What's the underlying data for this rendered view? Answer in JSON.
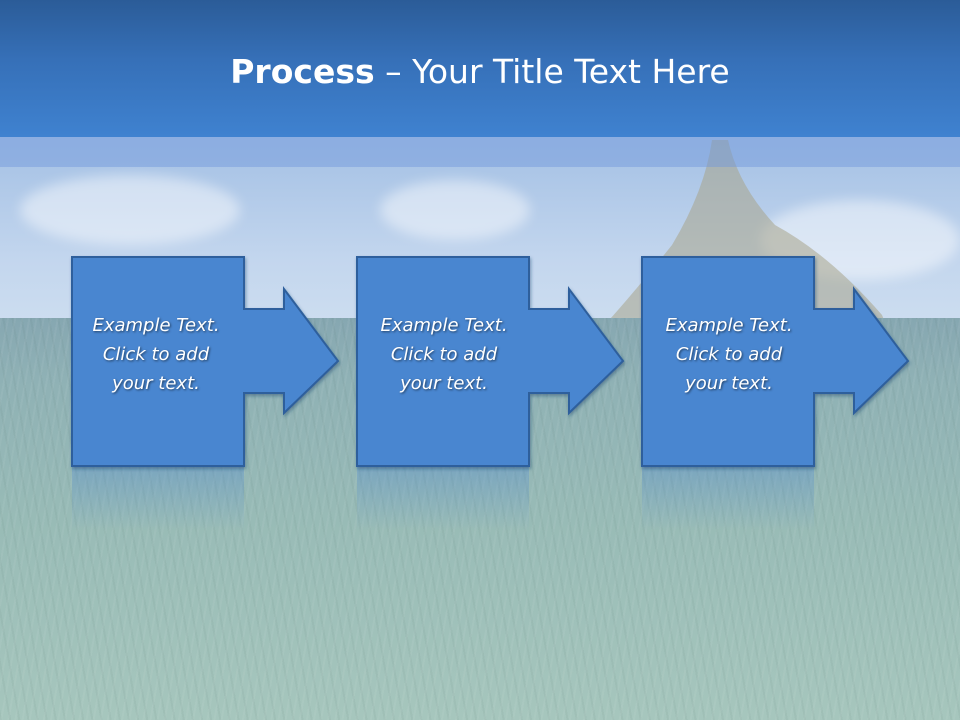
{
  "title": {
    "bold": "Process",
    "rest": " – Your Title Text Here"
  },
  "steps": [
    {
      "text": "Example Text.\nClick  to add\nyour text."
    },
    {
      "text": "Example Text.\nClick  to add\nyour text."
    },
    {
      "text": "Example Text.\nClick  to add\nyour text."
    }
  ],
  "colors": {
    "header": "#3670b8",
    "step_fill": "#4a86d0",
    "step_border": "#2d5e9c"
  }
}
